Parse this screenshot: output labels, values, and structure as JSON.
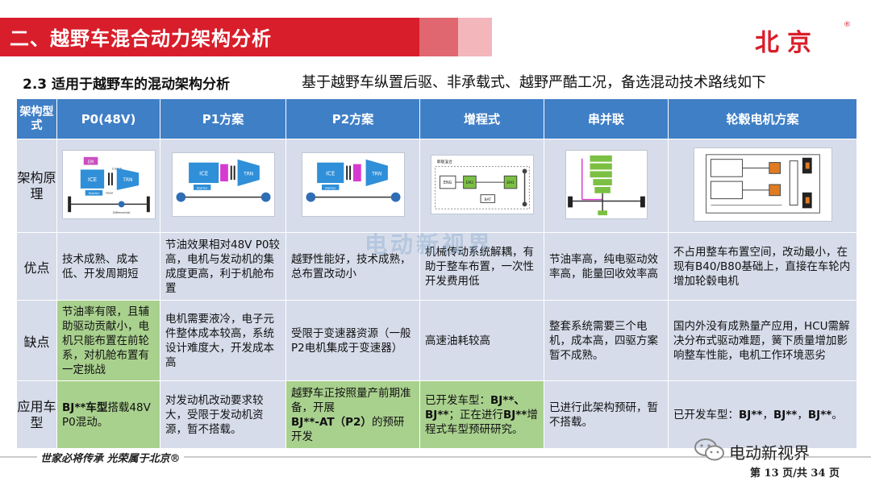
{
  "header": {
    "title": "二、越野车混合动力架构分析",
    "logo": "北京",
    "logo_reg": "®"
  },
  "subtitle": {
    "left": "2.3 适用于越野车的混动架构分析",
    "right": "基于越野车纵置后驱、非承载式、越野严酷工况，备选混动技术路线如下"
  },
  "table": {
    "corner": "架构型式",
    "columns": [
      "P0(48V)",
      "P1方案",
      "P2方案",
      "增程式",
      "串并联",
      "轮毂电机方案"
    ],
    "row_labels": [
      "架构原理",
      "优点",
      "缺点",
      "应用车型"
    ],
    "diagram_labels": {
      "p0": [
        "EM",
        "ICE",
        "Clutch",
        "TRN",
        "Starter",
        "Gear",
        "Differential"
      ],
      "p1": [
        "ICE",
        "TRN",
        "Starter"
      ],
      "p2": [
        "ICE",
        "TRN",
        "Starter"
      ],
      "erev": [
        "串联混合",
        "ENG",
        "EM2",
        "EM1",
        "BAT"
      ]
    },
    "advantages": [
      "技术成熟、成本低、开发周期短",
      "节油效果相对48V P0较高，电机与发动机的集成度更高，利于机舱布置",
      "越野性能好，技术成熟，总布置改动小",
      "机械传动系统解耦，有助于整车布置，一次性开发费用低",
      "节油率高，纯电驱动效率高，能量回收效率高",
      "不占用整车布置空间，改动最小，在现有B40/B80基础上，直接在车轮内增加轮毂电机"
    ],
    "disadvantages": [
      "节油率有限，且辅助驱动贡献小，电机只能布置在前轮系，对机舱布置有一定挑战",
      "电机需要液冷，电子元件整体成本较高，系统设计难度大，开发成本高",
      "受限于变速器资源（一般P2电机集成于变速器）",
      "高速油耗较高",
      "整套系统需要三个电机，成本高，四驱方案暂不成熟。",
      "国内外没有成熟量产应用，HCU需解决分布式驱动难题，簧下质量增加影响整车性能，电机工作环境恶劣"
    ],
    "applications": [
      [
        "BJ**车型",
        "搭载48V P0混动。"
      ],
      [
        "对发动机改动要求较大，受限于发动机资源，暂不搭载。"
      ],
      [
        "越野车正按照量产前期准备，开展",
        "BJ**-AT（P2）",
        "的预研开发"
      ],
      [
        "已开发车型：",
        "BJ**、BJ**",
        "；正在进行",
        "BJ**",
        "增程式车型预研研究。"
      ],
      [
        "已进行此架构预研，暂不搭载。"
      ],
      [
        "已开发车型：",
        "BJ**",
        "，",
        "BJ**",
        "，",
        "BJ**",
        "。"
      ]
    ]
  },
  "watermark": "电动新视界",
  "footer": {
    "slogan": "世家必将传承  光荣属于北京®",
    "wechat_name": "电动新视界",
    "page": "第 13 页/共 34 页"
  },
  "colors": {
    "brand_red": "#d81e2a",
    "header_blue": "#3f7fc6",
    "cell_bg": "#d6dcea",
    "highlight_green": "#a9d18e"
  }
}
